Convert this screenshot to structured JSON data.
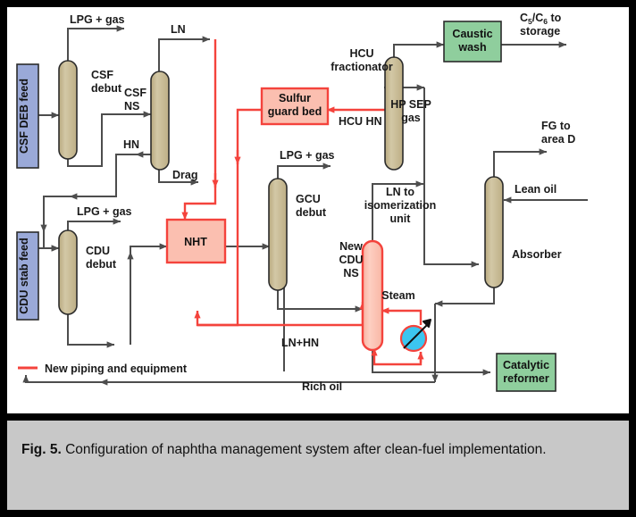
{
  "figure": {
    "caption_label": "Fig.  5.",
    "caption_text": " Configuration of naphtha management system after clean-fuel implementation."
  },
  "colors": {
    "new_piping": "#f4433c",
    "existing_piping": "#4d4d4d",
    "column_fill": "#c9bc96",
    "new_equipment_fill": "#fbbfb0",
    "feed_box_fill": "#9aa9d8",
    "product_box_fill": "#8fce9d",
    "exchanger_fill": "#3cc6f0",
    "panel_background": "#ffffff",
    "caption_background": "#c8c8c8",
    "page_border": "#000000"
  },
  "legend": {
    "label": "New piping and equipment"
  },
  "feeds": [
    {
      "name": "csf-deb-feed",
      "label": "CSF DEB feed"
    },
    {
      "name": "cdu-stab-feed",
      "label": "CDU stab feed"
    }
  ],
  "columns": [
    {
      "name": "csf-debut",
      "label_line1": "CSF",
      "label_line2": "debut"
    },
    {
      "name": "csf-ns",
      "label_line1": "CSF",
      "label_line2": "NS"
    },
    {
      "name": "cdu-debut",
      "label_line1": "CDU",
      "label_line2": "debut"
    },
    {
      "name": "gcu-debut",
      "label_line1": "GCU",
      "label_line2": "debut"
    },
    {
      "name": "hcu-fractionator",
      "label_line1": "HCU",
      "label_line2": "fractionator"
    },
    {
      "name": "new-cdu-ns",
      "label_line1": "New",
      "label_line2": "CDU",
      "label_line3": "NS"
    },
    {
      "name": "absorber",
      "label_line1": "Absorber"
    }
  ],
  "units": [
    {
      "name": "sulfur-guard-bed",
      "label_line1": "Sulfur",
      "label_line2": "guard bed",
      "kind": "new"
    },
    {
      "name": "nht",
      "label_line1": "NHT",
      "kind": "new"
    },
    {
      "name": "caustic-wash",
      "label_line1": "Caustic",
      "label_line2": "wash",
      "kind": "product"
    },
    {
      "name": "catalytic-reformer",
      "label_line1": "Catalytic",
      "label_line2": "reformer",
      "kind": "product"
    }
  ],
  "exchanger": {
    "name": "reboiler-exchanger",
    "label": "Steam"
  },
  "stream_labels": [
    {
      "name": "stream-lpg-gas-csf",
      "text": "LPG + gas"
    },
    {
      "name": "stream-ln",
      "text": "LN"
    },
    {
      "name": "stream-hn",
      "text": "HN"
    },
    {
      "name": "stream-drag",
      "text": "Drag"
    },
    {
      "name": "stream-lpg-gas-cdu",
      "text": "LPG + gas"
    },
    {
      "name": "stream-lpg-gas-gcu",
      "text": "LPG + gas"
    },
    {
      "name": "stream-hcu-hn",
      "text": "HCU HN"
    },
    {
      "name": "stream-hp-sep-gas-l1",
      "text": "HP SEP"
    },
    {
      "name": "stream-hp-sep-gas-l2",
      "text": "gas"
    },
    {
      "name": "stream-c5c6-to-storage-l1",
      "text": "C5/C6 to"
    },
    {
      "name": "stream-c5c6-to-storage-l2",
      "text": "storage"
    },
    {
      "name": "stream-fg-to-area-d-l1",
      "text": "FG to"
    },
    {
      "name": "stream-fg-to-area-d-l2",
      "text": "area D"
    },
    {
      "name": "stream-lean-oil",
      "text": "Lean oil"
    },
    {
      "name": "stream-ln-to-isom-l1",
      "text": "LN to"
    },
    {
      "name": "stream-ln-to-isom-l2",
      "text": "isomerization"
    },
    {
      "name": "stream-ln-to-isom-l3",
      "text": "unit"
    },
    {
      "name": "stream-ln-hn",
      "text": "LN+HN"
    },
    {
      "name": "stream-rich-oil",
      "text": "Rich oil"
    },
    {
      "name": "stream-steam",
      "text": "Steam"
    }
  ],
  "c5c6": {
    "prefix_c": "C",
    "sub5": "5",
    "slash": "/C",
    "sub6": "6",
    "suffix": " to",
    "line2": "storage"
  }
}
